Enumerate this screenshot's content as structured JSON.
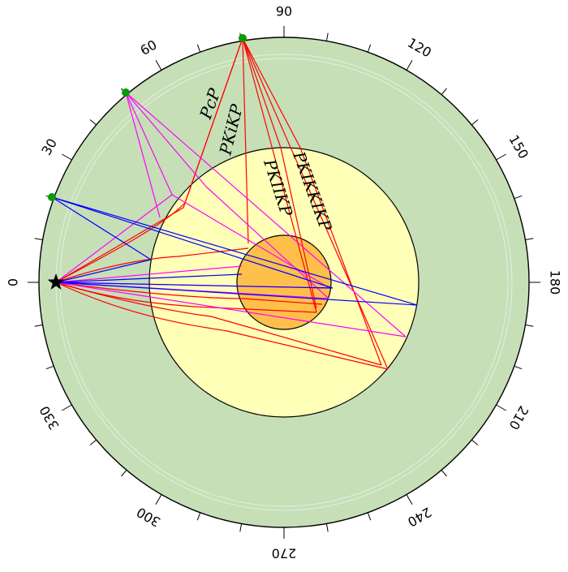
{
  "figure": {
    "colors": {
      "mantle": "#c6dfb7",
      "outer_core": "#ffffb8",
      "inner_core": "#ffc04b",
      "mantle_discontinuity": "#e6eee0",
      "station": "#0a9a0a",
      "source": "#000000",
      "ray_red": "#ff0000",
      "ray_magenta": "#ff00ff",
      "ray_blue": "#0000ff"
    },
    "source_icon": "star-icon",
    "station_icon": "circle-icon",
    "angle_labels": [
      "0",
      "30",
      "60",
      "90",
      "120",
      "150",
      "180",
      "210",
      "240",
      "270",
      "300",
      "330"
    ],
    "phase_labels": [
      "PcP",
      "PKiKP",
      "PKIIKP",
      "PKIKKIKP"
    ]
  }
}
